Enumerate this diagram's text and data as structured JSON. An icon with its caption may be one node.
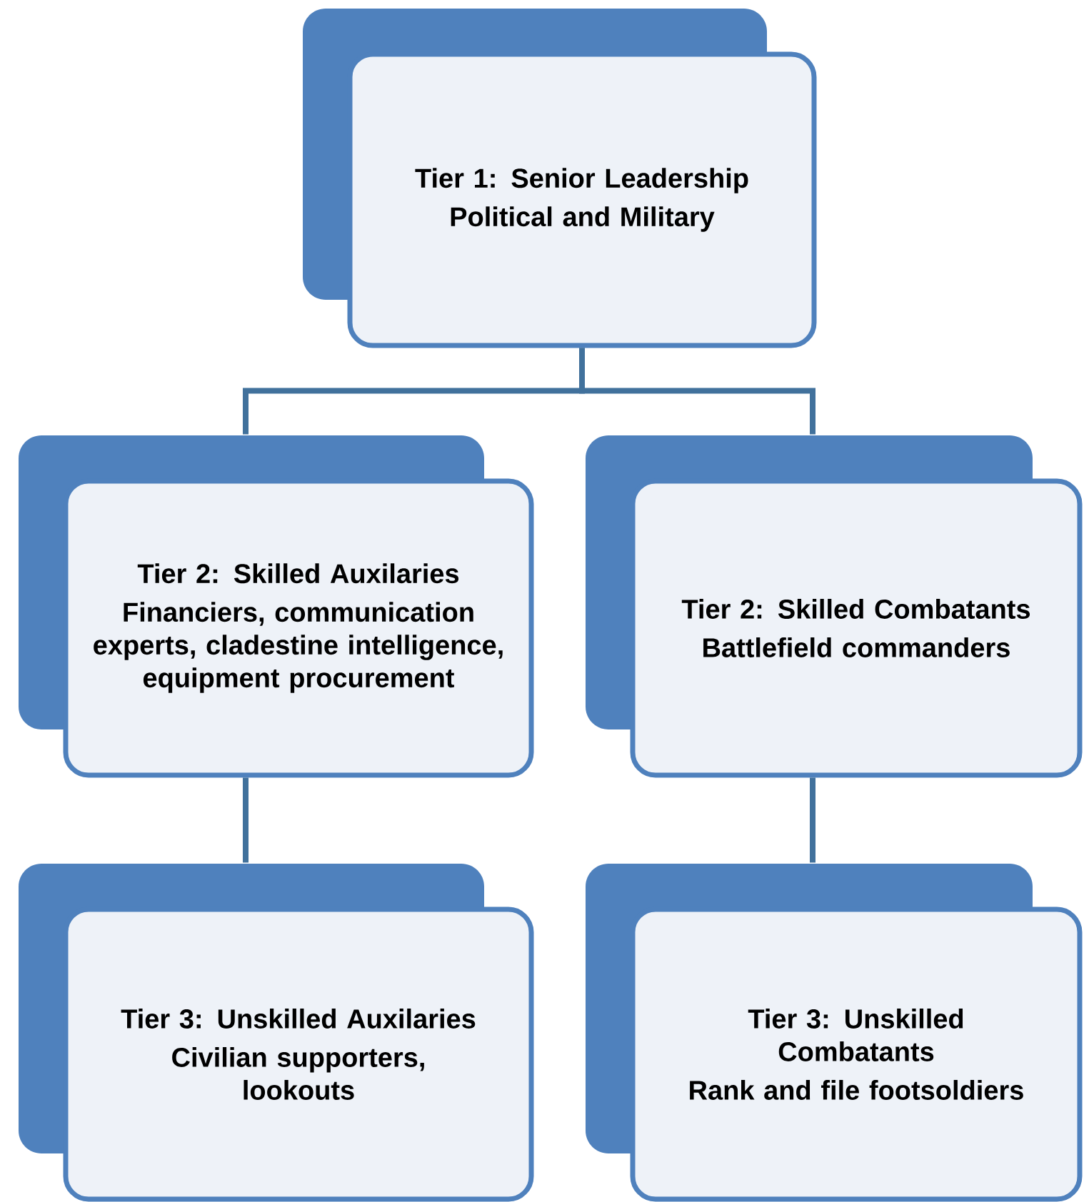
{
  "diagram": {
    "nodes": [
      {
        "text": [
          "Tier 1: Senior Leadership",
          "Political and Military"
        ]
      },
      {
        "text": [
          "Tier 2: Skilled Auxilaries",
          "Financiers, communication experts, cladestine intelligence, equipment procurement"
        ]
      },
      {
        "text": [
          "Tier 2: Skilled Combatants",
          "Battlefield commanders"
        ]
      },
      {
        "text": [
          "Tier 3: Unskilled Auxilaries",
          "Civilian supporters, lookouts"
        ]
      },
      {
        "text": [
          "Tier 3: Unskilled Combatants",
          "Rank and file footsoldiers"
        ]
      }
    ],
    "edges": [
      {
        "from": 0,
        "to": 1,
        "arrow": "none"
      },
      {
        "from": 0,
        "to": 2,
        "arrow": "none"
      },
      {
        "from": 1,
        "to": 3,
        "arrow": "none"
      },
      {
        "from": 2,
        "to": 4,
        "arrow": "none"
      }
    ]
  }
}
